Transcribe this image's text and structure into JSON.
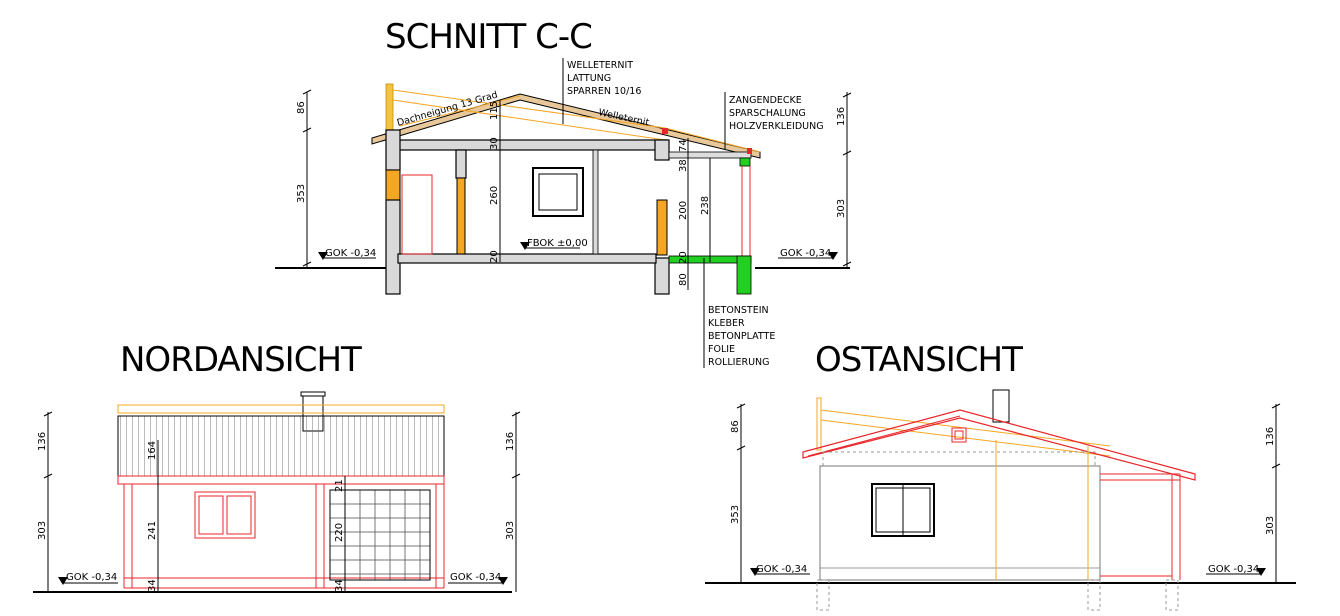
{
  "titles": {
    "section": "SCHNITT C-C",
    "north": "NORDANSICHT",
    "east": "OSTANSICHT"
  },
  "section": {
    "roof_notes": [
      "WELLETERNIT",
      "LATTUNG",
      "SPARREN 10/16"
    ],
    "porch_notes": [
      "ZANGENDECKE",
      "SPARSCHALUNG",
      "HOLZVERKLEIDUNG"
    ],
    "floor_notes": [
      "BETONSTEIN",
      "KLEBER",
      "BETONPLATTE",
      "FOLIE",
      "ROLLIERUNG"
    ],
    "roof_pitch": "Dachneigung 13 Grad",
    "roof_material": "Welleternit",
    "floor_level": "FBOK ±0,00",
    "gok_left": "GOK -0,34",
    "gok_right": "GOK -0,34",
    "dims_left": [
      "86",
      "353"
    ],
    "dims_right": [
      "136",
      "303"
    ],
    "dims_inner": [
      "115",
      "30",
      "260",
      "20"
    ],
    "dims_porch": [
      "74",
      "38",
      "200",
      "238",
      "20",
      "80"
    ]
  },
  "north": {
    "gok_left": "GOK -0,34",
    "gok_right": "GOK -0,34",
    "dims_left": [
      "136",
      "303"
    ],
    "dims_right": [
      "136",
      "303"
    ],
    "dims_inner": [
      "164",
      "241",
      "34"
    ],
    "dims_gate": [
      "21",
      "220",
      "34"
    ]
  },
  "east": {
    "gok_left": "GOK -0,34",
    "gok_right": "GOK -0,34",
    "dims_left": [
      "86",
      "353"
    ],
    "dims_right": [
      "136",
      "303"
    ]
  }
}
